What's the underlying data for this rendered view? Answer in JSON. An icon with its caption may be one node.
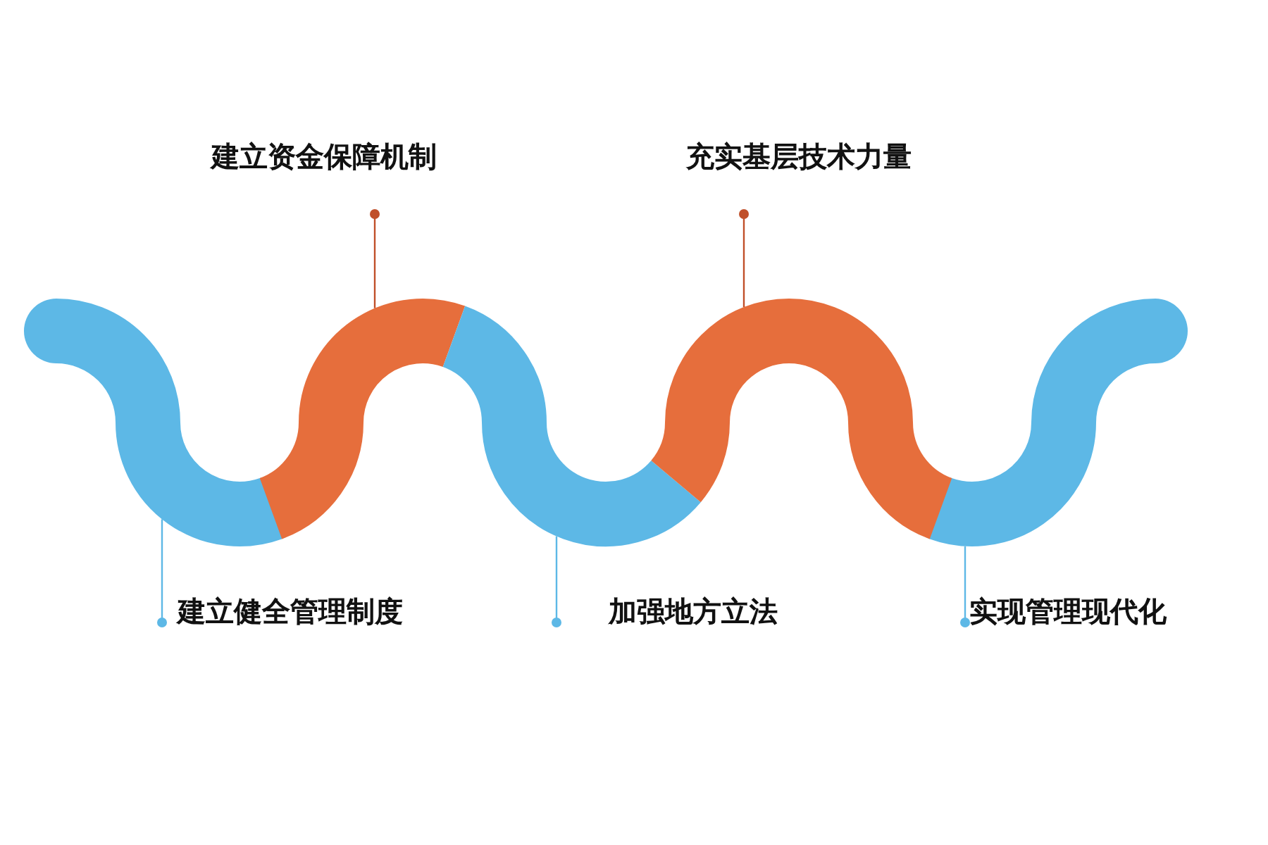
{
  "diagram": {
    "nodes": [
      {
        "text": [
          "建立资金保障机制"
        ]
      },
      {
        "text": [
          "充实基层技术力量"
        ]
      },
      {
        "text": [
          "建立健全管理制度"
        ]
      },
      {
        "text": [
          "加强地方立法"
        ]
      },
      {
        "text": [
          "实现管理现代化"
        ]
      },
      {
        "text": [],
        "shape": "band"
      },
      {
        "text": [],
        "shape": "band"
      },
      {
        "text": [],
        "shape": "band"
      },
      {
        "text": [],
        "shape": "band"
      },
      {
        "text": [],
        "shape": "band"
      }
    ],
    "edges": [
      {
        "from": 0,
        "to": 6,
        "arrow": "other",
        "color": "#c0502a"
      },
      {
        "from": 1,
        "to": 8,
        "arrow": "other",
        "color": "#c0502a"
      },
      {
        "from": 2,
        "to": 5,
        "arrow": "other"
      },
      {
        "from": 3,
        "to": 7,
        "arrow": "other"
      },
      {
        "from": 4,
        "to": 9,
        "arrow": "other"
      }
    ]
  }
}
